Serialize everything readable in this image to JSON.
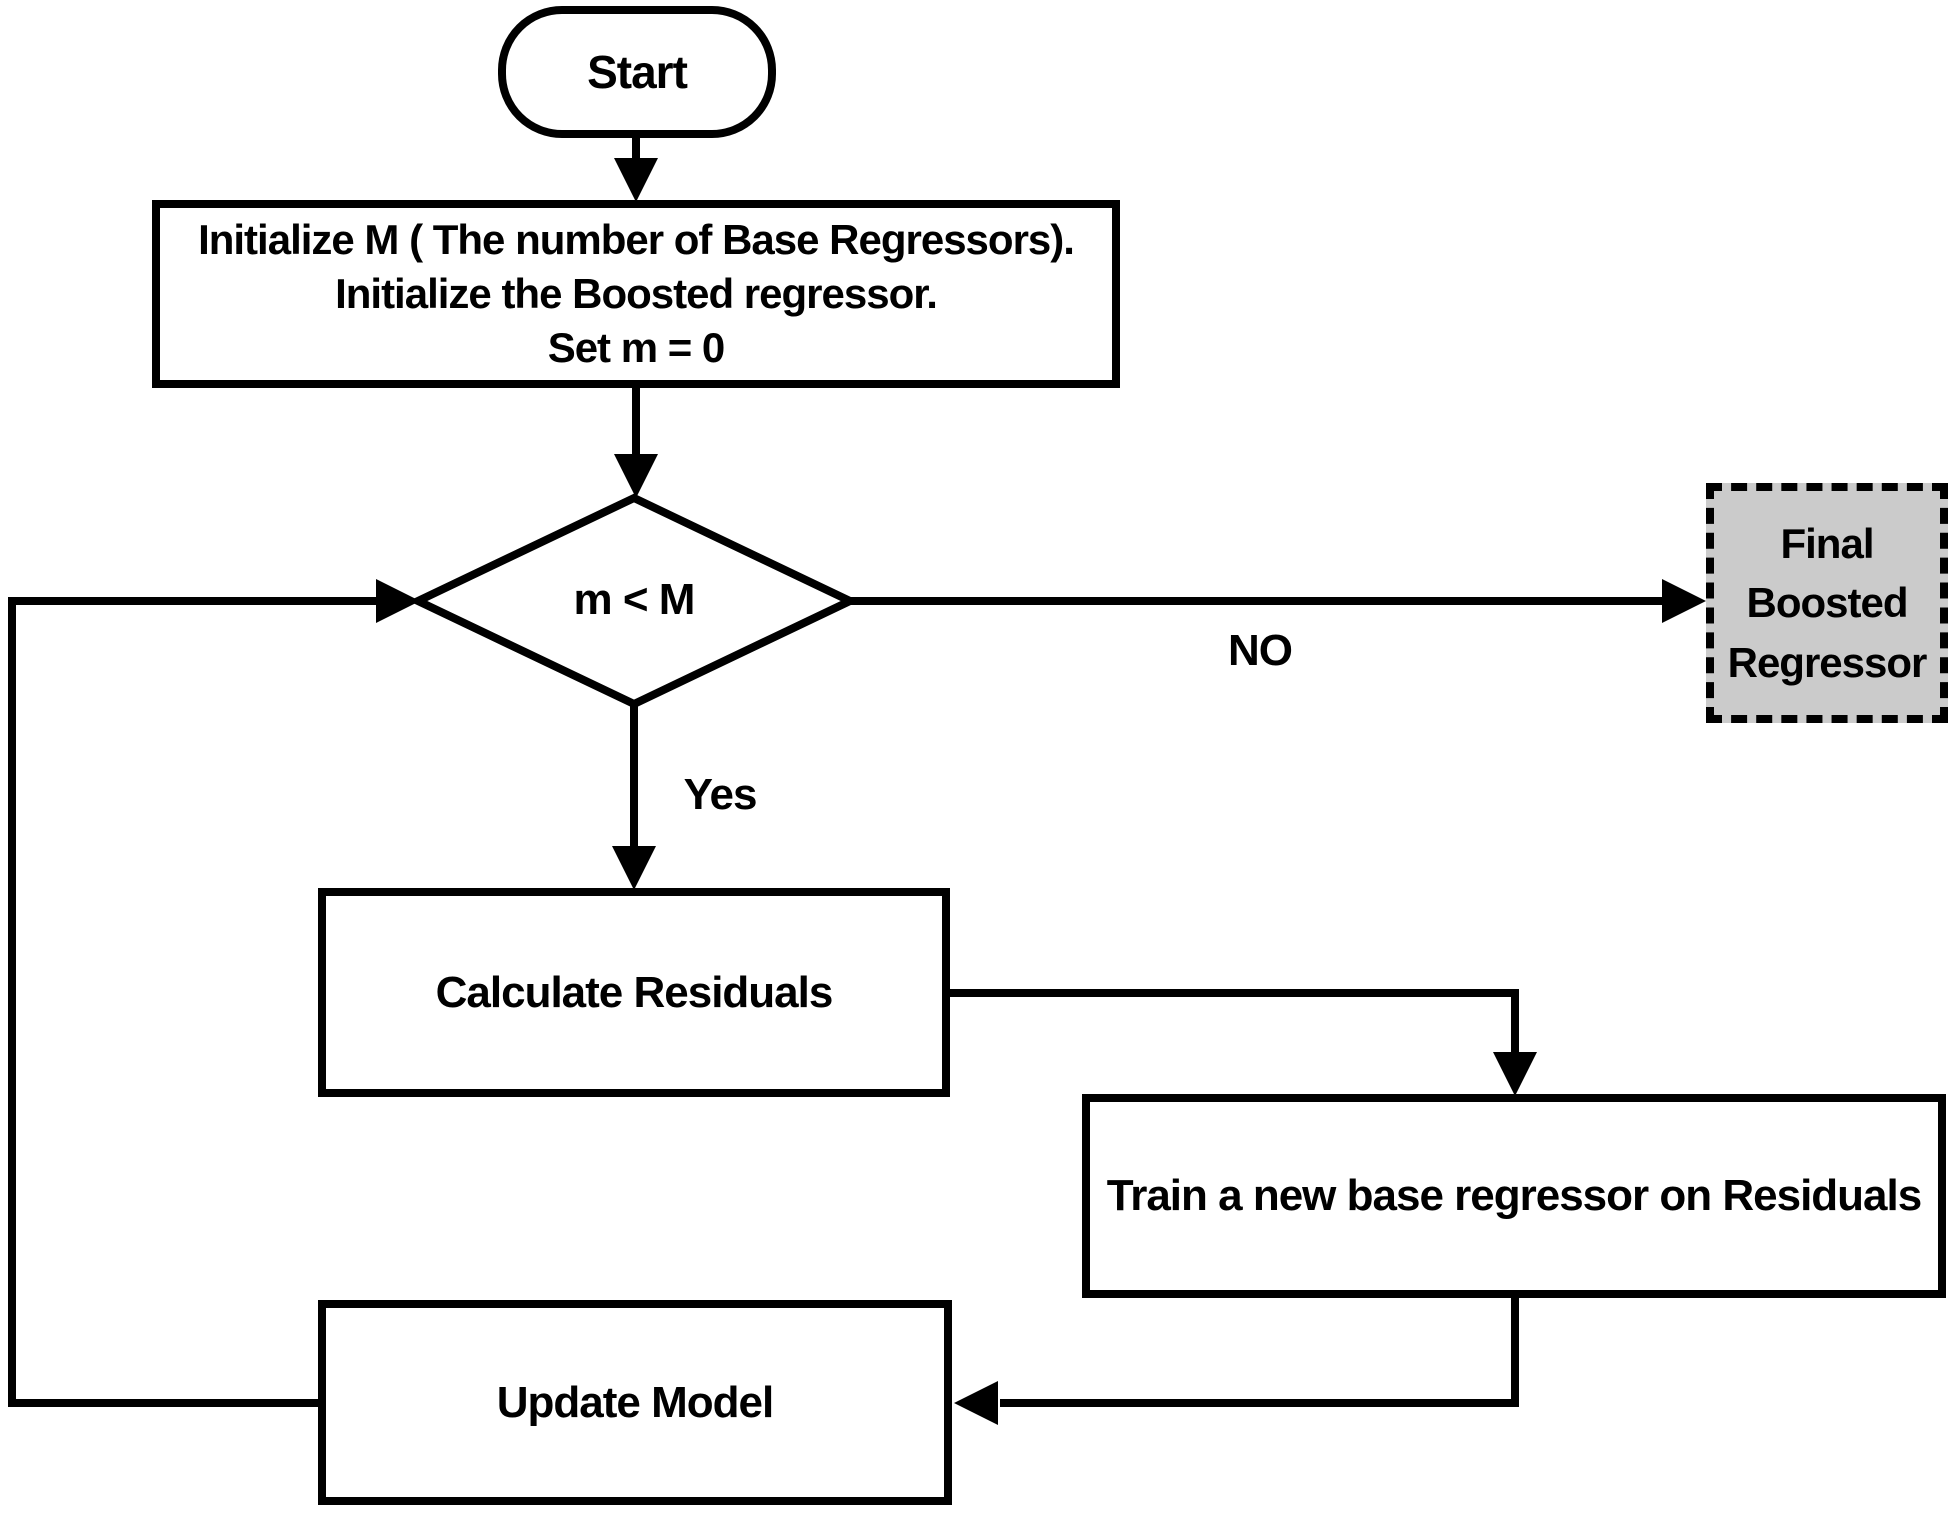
{
  "colors": {
    "background": "#ffffff",
    "line": "#000000",
    "final_node_fill": "#cbcbcb"
  },
  "nodes": {
    "start": {
      "label": "Start"
    },
    "initialize": {
      "label": "Initialize M ( The number of Base Regressors).\nInitialize the Boosted regressor.\nSet m = 0"
    },
    "decision": {
      "label": "m < M"
    },
    "final_boosted_regressor": {
      "label": "Final\nBoosted\nRegressor"
    },
    "calculate_residuals": {
      "label": "Calculate Residuals"
    },
    "train_base_regressor": {
      "label": "Train a new base regressor on Residuals"
    },
    "update_model": {
      "label": "Update Model"
    }
  },
  "edge_labels": {
    "no": "NO",
    "yes": "Yes"
  }
}
